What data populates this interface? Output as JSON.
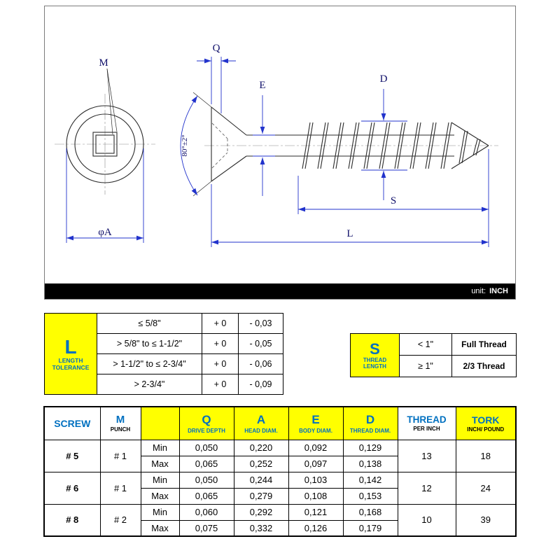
{
  "drawing": {
    "labels": {
      "m": "M",
      "q": "Q",
      "e": "E",
      "d": "D",
      "s": "S",
      "l": "L",
      "phi_a": "φA",
      "angle": "80°±2°"
    },
    "unit_prefix": "unit:",
    "unit_value": "INCH"
  },
  "tolerance_table": {
    "letter": "L",
    "title_line1": "LENGTH",
    "title_line2": "TOLERANCE",
    "rows": [
      {
        "range": "≤ 5/8\"",
        "plus": "+ 0",
        "minus": "- 0,03"
      },
      {
        "range": "> 5/8\" to ≤ 1-1/2\"",
        "plus": "+ 0",
        "minus": "- 0,05"
      },
      {
        "range": "> 1-1/2\" to ≤ 2-3/4\"",
        "plus": "+ 0",
        "minus": "- 0,06"
      },
      {
        "range": "> 2-3/4\"",
        "plus": "+ 0",
        "minus": "- 0,09"
      }
    ]
  },
  "thread_table": {
    "letter": "S",
    "title_line1": "THREAD",
    "title_line2": "LENGTH",
    "rows": [
      {
        "condition": "< 1\"",
        "value": "Full Thread"
      },
      {
        "condition": "≥ 1\"",
        "value": "2/3 Thread"
      }
    ]
  },
  "spec_table": {
    "headers": {
      "screw": "SCREW",
      "m": "M",
      "m_sub": "PUNCH",
      "q": "Q",
      "q_sub": "DRIVE DEPTH",
      "a": "A",
      "a_sub": "HEAD DIAM.",
      "e": "E",
      "e_sub": "BODY DIAM.",
      "d": "D",
      "d_sub": "THREAD DIAM.",
      "thread": "THREAD",
      "thread_sub": "PER INCH",
      "tork": "TORK",
      "tork_sub": "INCH/ POUND"
    },
    "min_label": "Min",
    "max_label": "Max",
    "rows": [
      {
        "screw": "# 5",
        "punch": "# 1",
        "min": {
          "q": "0,050",
          "a": "0,220",
          "e": "0,092",
          "d": "0,129"
        },
        "max": {
          "q": "0,065",
          "a": "0,252",
          "e": "0,097",
          "d": "0,138"
        },
        "thread_per_inch": "13",
        "tork": "18"
      },
      {
        "screw": "# 6",
        "punch": "# 1",
        "min": {
          "q": "0,050",
          "a": "0,244",
          "e": "0,103",
          "d": "0,142"
        },
        "max": {
          "q": "0,065",
          "a": "0,279",
          "e": "0,108",
          "d": "0,153"
        },
        "thread_per_inch": "12",
        "tork": "24"
      },
      {
        "screw": "# 8",
        "punch": "# 2",
        "min": {
          "q": "0,060",
          "a": "0,292",
          "e": "0,121",
          "d": "0,168"
        },
        "max": {
          "q": "0,075",
          "a": "0,332",
          "e": "0,126",
          "d": "0,179"
        },
        "thread_per_inch": "10",
        "tork": "39"
      }
    ]
  }
}
